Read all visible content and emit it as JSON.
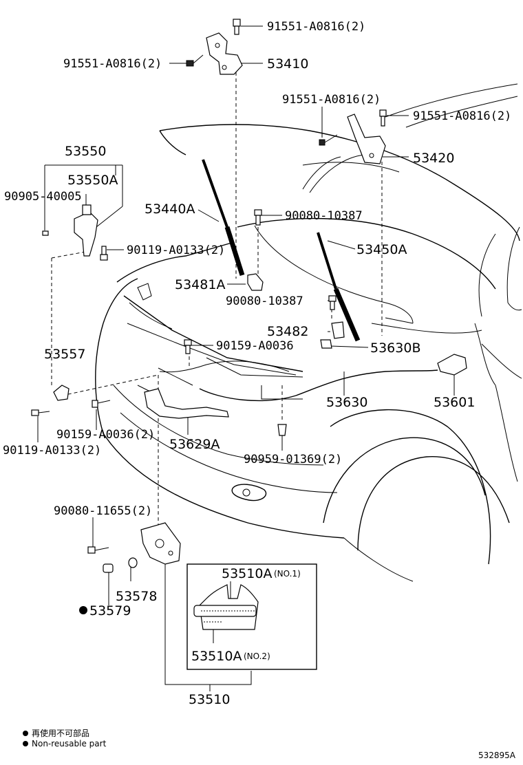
{
  "labels": {
    "l_91551_top": "91551-A0816(2)",
    "l_91551_left": "91551-A0816(2)",
    "l_53410": "53410",
    "l_91551_mid1": "91551-A0816(2)",
    "l_91551_mid2": "91551-A0816(2)",
    "l_53420": "53420",
    "l_53550": "53550",
    "l_53550A": "53550A",
    "l_90905": "90905-40005",
    "l_53440A": "53440A",
    "l_90080_10387_a": "90080-10387",
    "l_90119_a": "90119-A0133(2)",
    "l_53450A": "53450A",
    "l_53481A": "53481A",
    "l_90080_10387_b": "90080-10387",
    "l_53482": "53482",
    "l_53630B": "53630B",
    "l_90159_a": "90159-A0036",
    "l_53557": "53557",
    "l_53630": "53630",
    "l_53601": "53601",
    "l_90159_b": "90159-A0036(2)",
    "l_90119_b": "90119-A0133(2)",
    "l_53629A": "53629A",
    "l_90959": "90959-01369(2)",
    "l_90080_11655": "90080-11655(2)",
    "l_53510A_1": "53510A",
    "l_53510A_1_note": "(NO.1)",
    "l_53578": "53578",
    "l_53579": "53579",
    "l_53510A_2": "53510A",
    "l_53510A_2_note": "(NO.2)",
    "l_53510": "53510"
  },
  "legend": {
    "line1": "再使用不可部品",
    "line2": "Non-reusable part"
  },
  "code": "532895A"
}
